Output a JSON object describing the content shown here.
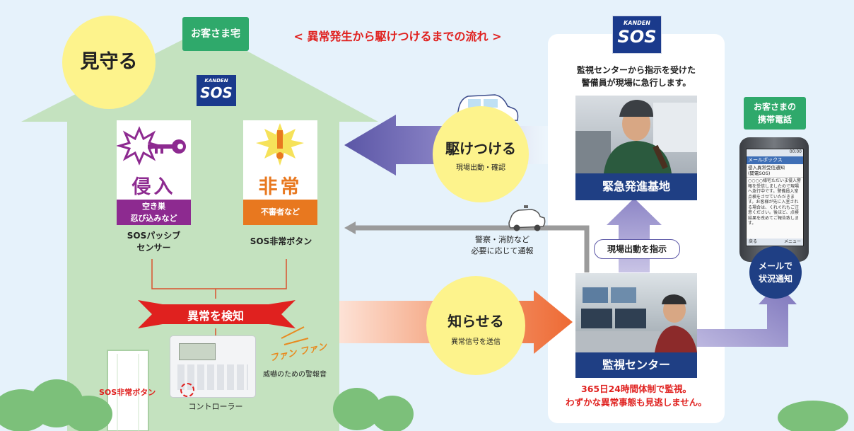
{
  "title": "< 異常発生から駆けつけるまでの流れ >",
  "customer_home": {
    "tag": "お客さま宅",
    "watch_label": "見守る",
    "logo": {
      "small": "KANDEN",
      "big": "SOS"
    },
    "intrusion_card": {
      "title": "侵入",
      "subtitle_line1": "空き巣",
      "subtitle_line2": "忍び込みなど"
    },
    "emergency_card": {
      "title": "非常",
      "subtitle": "不審者など"
    },
    "passive_sensor_line1": "SOSパッシブ",
    "passive_sensor_line2": "センサー",
    "emergency_button_label": "SOS非常ボタン",
    "detect_label": "異常を検知",
    "alarm_sound": "ファン ファン",
    "alarm_caption": "威嚇のための警報音",
    "controller_button_label": "SOS非常ボタン",
    "controller_label": "コントローラー"
  },
  "rush": {
    "label": "駆けつける",
    "sub": "現場出動・確認"
  },
  "police": {
    "line1": "警察・消防など",
    "line2": "必要に応じて通報"
  },
  "notify": {
    "label": "知らせる",
    "sub": "異常信号を送信"
  },
  "sos_side": {
    "logo": {
      "small": "KANDEN",
      "big": "SOS"
    },
    "guard_text_line1": "監視センターから指示を受けた",
    "guard_text_line2": "警備員が現場に急行します。",
    "base_label": "緊急発進基地",
    "dispatch_label": "現場出動を指示",
    "center_label": "監視センター",
    "monitor_text_line1": "365日24時間体制で監視。",
    "monitor_text_line2": "わずかな異常事態も見逃しません。"
  },
  "phone": {
    "tag_line1": "お客さまの",
    "tag_line2": "携帯電話",
    "mailbox": "メールボックス",
    "mail_subject_line1": "侵入異常受信通知",
    "mail_subject_line2": "(関電SOS)",
    "mail_body": "○○○○様宅ただいま侵入警報を受信しましたので現場へ急行中です。警備員入室点検をさせていただきます。お客様が先に入室される場合は、くれぐれもご注意ください。後ほど、点検結果を改めてご報告致します。",
    "time": "00:00",
    "soft_left": "戻る",
    "soft_right": "メニュー",
    "notify_line1": "メールで",
    "notify_line2": "状況通知"
  },
  "colors": {
    "green": "#2fa96b",
    "purple_arrow": "#5b56a6",
    "orange_arrow": "#ee6a34",
    "navy": "#1f3f84",
    "yellow": "#fdf38c",
    "red": "#e0211f",
    "purple_band": "#8d2a90"
  }
}
